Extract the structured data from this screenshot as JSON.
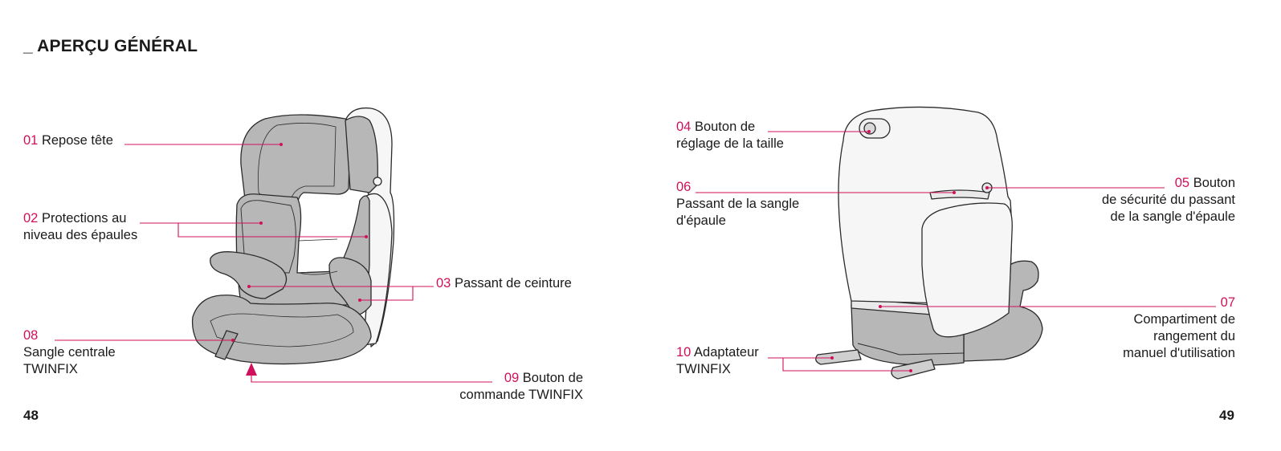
{
  "header": {
    "title": "_ APERÇU GÉNÉRAL"
  },
  "colors": {
    "accent": "#d0105a",
    "seat_gray": "#b7b7b7",
    "shell_white": "#f6f6f6",
    "outline": "#2b2b2b"
  },
  "labels": {
    "l01": {
      "num": "01",
      "line1": "Repose tête"
    },
    "l02": {
      "num": "02",
      "line1": "Protections au",
      "line2": "niveau des épaules"
    },
    "l03": {
      "num": "03",
      "line1": "Passant de ceinture"
    },
    "l08": {
      "num": "08",
      "line2": "Sangle centrale",
      "line3": "TWINFIX"
    },
    "l09": {
      "num": "09",
      "line1": "Bouton de",
      "line2": "commande TWINFIX"
    },
    "l04": {
      "num": "04",
      "line1": "Bouton de",
      "line2": "réglage de la taille"
    },
    "l06": {
      "num": "06",
      "line2": "Passant de la sangle",
      "line3": "d'épaule"
    },
    "l05": {
      "num": "05",
      "line1": "Bouton",
      "line2": "de sécurité du passant",
      "line3": "de la sangle d'épaule"
    },
    "l07": {
      "num": "07",
      "line2": "Compartiment de",
      "line3": "rangement du",
      "line4": "manuel d'utilisation"
    },
    "l10": {
      "num": "10",
      "line1": "Adaptateur",
      "line2": "TWINFIX"
    }
  },
  "pages": {
    "left": "48",
    "right": "49"
  }
}
